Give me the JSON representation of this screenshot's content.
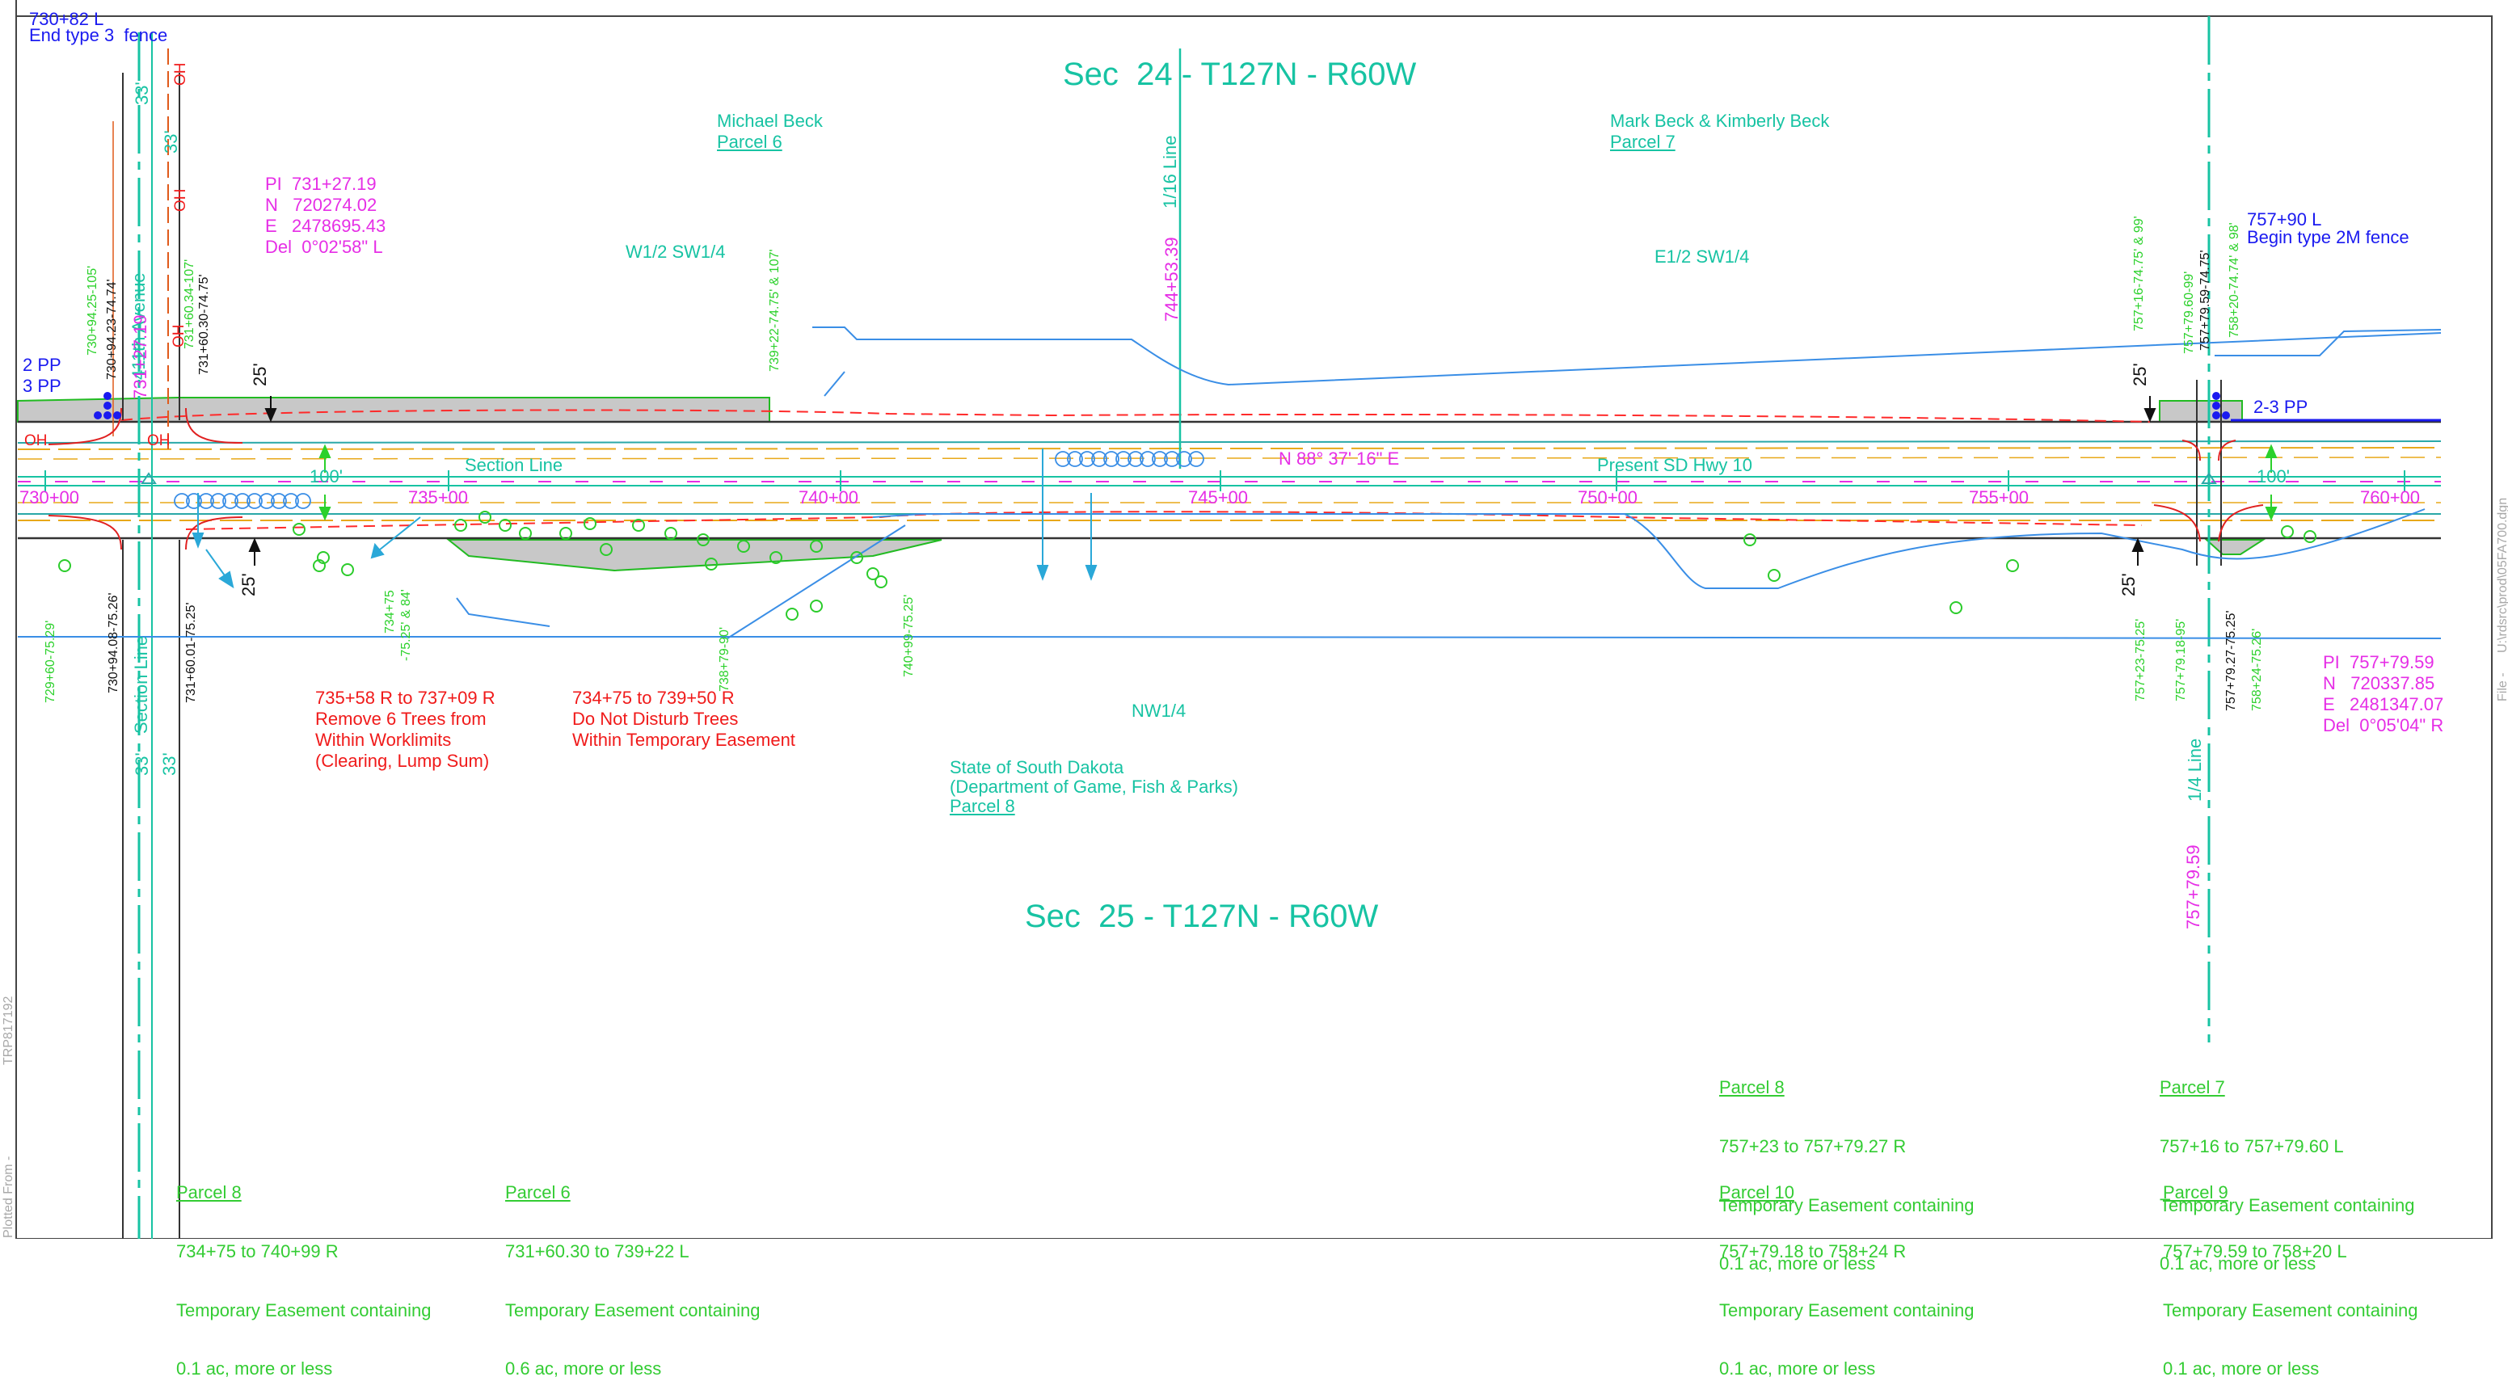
{
  "colors": {
    "section_text": "#17c3a3",
    "fence_text": "#1a1af0",
    "curve_data": "#e62ee6",
    "tree_notes": "#f01a1a",
    "easement_text": "#2bd12b",
    "dims": "#111111",
    "contour": "#3a8ee6",
    "right_of_way": "#333333",
    "easement_fill": "#c8c8c8",
    "easement_edge": "#22bb22",
    "temp_line": "#ff2a2a"
  },
  "icons": [
    "tree-symbol-icon",
    "power-pole-icon",
    "north-arrow-icon"
  ],
  "sections": {
    "sec24": "Sec  24 - T127N - R60W",
    "sec25": "Sec  25 - T127N - R60W"
  },
  "quarters": {
    "w12sw14": "W1/2 SW1/4",
    "e12sw14": "E1/2 SW1/4",
    "nw14": "NW1/4"
  },
  "section_lines": {
    "top": "Section Line",
    "left": "Section Line",
    "sixteenth": "1/16 Line",
    "quarter": "1/4 Line"
  },
  "roads": {
    "avenue": "411th Avenue",
    "highway": "Present SD Hwy 10",
    "bearing": "N 88° 37' 16\" E"
  },
  "owners": {
    "p6_name": "Michael Beck",
    "p6": "Parcel 6",
    "p7_name": "Mark Beck & Kimberly Beck",
    "p7": "Parcel 7",
    "p8_line1": "State of South Dakota",
    "p8_line2": "(Department of Game, Fish & Parks)",
    "p8": "Parcel 8"
  },
  "fence": {
    "left_station": "730+82 L",
    "left_text": "End type 3  fence",
    "right_station": "757+90 L",
    "right_text": "Begin type 2M fence"
  },
  "power_poles": {
    "left_a": "2 PP",
    "left_b": "3 PP",
    "right": "2-3 PP"
  },
  "pi_left": {
    "pi": "PI  731+27.19",
    "n": "N   720274.02",
    "e": "E   2478695.43",
    "del": "Del  0°02'58\" L"
  },
  "pi_right": {
    "pi": "PI  757+79.59",
    "n": "N   720337.85",
    "e": "E   2481347.07",
    "del": "Del  0°05'04\" R"
  },
  "stations": [
    "730+00",
    "735+00",
    "740+00",
    "745+00",
    "750+00",
    "755+00",
    "760+00"
  ],
  "station_marks": {
    "pi_left": "731+27.19",
    "sixteenth": "744+53.39",
    "quarter": "757+79.59"
  },
  "dims": {
    "d33": "33'",
    "d25": "25'",
    "d100": "100'",
    "oh": "OH"
  },
  "offsets_top": {
    "a": "730+94.25-105'",
    "b": "730+94.23-74.74'",
    "c": "731+60.34-107'",
    "d": "731+60.30-74.75'",
    "e": "739+22-74.75' & 107'",
    "f": "757+16-74.75' & 99'",
    "g": "757+79.60-99'",
    "h": "757+79.59-74.75'",
    "i": "758+20-74.74' & 98'"
  },
  "offsets_bottom": {
    "a": "729+60-75.29'",
    "b": "730+94.08-75.26'",
    "c": "731+60.01-75.25'",
    "d": "734+75",
    "e": "-75.25' & 84'",
    "f": "738+79-90'",
    "g": "740+99-75.25'",
    "h": "757+23-75.25'",
    "i": "757+79.18-95'",
    "j": "757+79.27-75.25'",
    "k": "758+24-75.26'"
  },
  "tree_notes": {
    "a1": "735+58 R to 737+09 R",
    "a2": "Remove 6 Trees from",
    "a3": "Within Worklimits",
    "a4": "(Clearing, Lump Sum)",
    "b1": "734+75 to 739+50 R",
    "b2": "Do Not Disturb Trees",
    "b3": "Within Temporary Easement"
  },
  "easements": [
    {
      "parcel": "Parcel 8",
      "range": "734+75 to 740+99 R",
      "desc": "Temporary Easement containing",
      "area": "0.1 ac, more or less"
    },
    {
      "parcel": "Parcel 6",
      "range": "731+60.30 to 739+22 L",
      "desc": "Temporary Easement containing",
      "area": "0.6 ac, more or less"
    },
    {
      "parcel": "Parcel 8",
      "range": "757+23 to 757+79.27 R",
      "desc": "Temporary Easement containing",
      "area": "0.1 ac, more or less"
    },
    {
      "parcel": "Parcel 7",
      "range": "757+16 to 757+79.60 L",
      "desc": "Temporary Easement containing",
      "area": "0.1 ac, more or less"
    },
    {
      "parcel": "Parcel 10",
      "range": "757+79.18 to 758+24 R",
      "desc": "Temporary Easement containing",
      "area": "0.1 ac, more or less"
    },
    {
      "parcel": "Parcel 9",
      "range": "757+79.59 to 758+20 L",
      "desc": "Temporary Easement containing",
      "area": "0.1 ac, more or less"
    }
  ],
  "margin": {
    "plotted": "Plotted From -",
    "sheet": "TRP817192",
    "file": "File -",
    "path": "U:\\rdsrc\\prod\\05FA700.dgn"
  }
}
